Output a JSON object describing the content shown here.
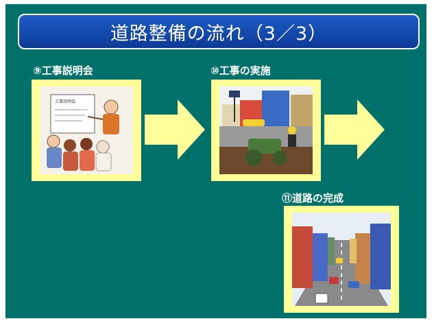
{
  "slide": {
    "title": "道路整備の流れ（3／3）",
    "steps": [
      {
        "label": "⑨工事説明会"
      },
      {
        "label": "⑩工事の実施"
      },
      {
        "label": "⑪道路の完成"
      }
    ],
    "board_text": "工事説明会"
  },
  "colors": {
    "background": "#00706b",
    "title_fill": "#1e5cc4",
    "frame": "#ffff99",
    "arrow": "#ffff99"
  }
}
